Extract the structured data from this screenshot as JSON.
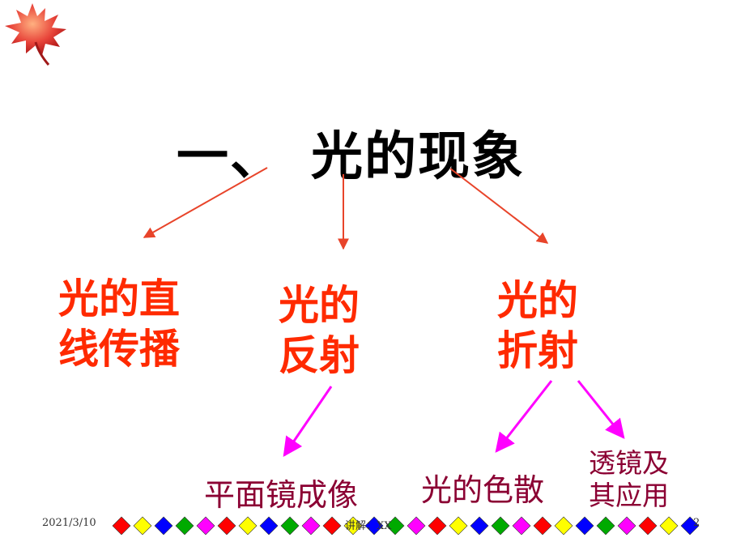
{
  "title": "一、　光的现象",
  "branches": {
    "left": {
      "line1": "光的直",
      "line2": "线传播"
    },
    "middle": {
      "line1": "光的",
      "line2": "反射"
    },
    "right": {
      "line1": "光的",
      "line2": "折射"
    }
  },
  "leaves": {
    "mirror": "平面镜成像",
    "dispersion": "光的色散",
    "lens": {
      "line1": "透镜及",
      "line2": "其应用"
    }
  },
  "footer": {
    "date": "2021/3/10",
    "speaker": "讲解：XX",
    "page": "2"
  },
  "colors": {
    "branch_text": "#ff2a00",
    "leaf_text": "#8b0033",
    "top_arrows": "#e8442a",
    "bottom_arrows": "#ff00ff",
    "title": "#000000"
  },
  "diamond_colors": [
    "#ff0000",
    "#ffff00",
    "#0000ff",
    "#00aa00",
    "#ff00ff"
  ]
}
